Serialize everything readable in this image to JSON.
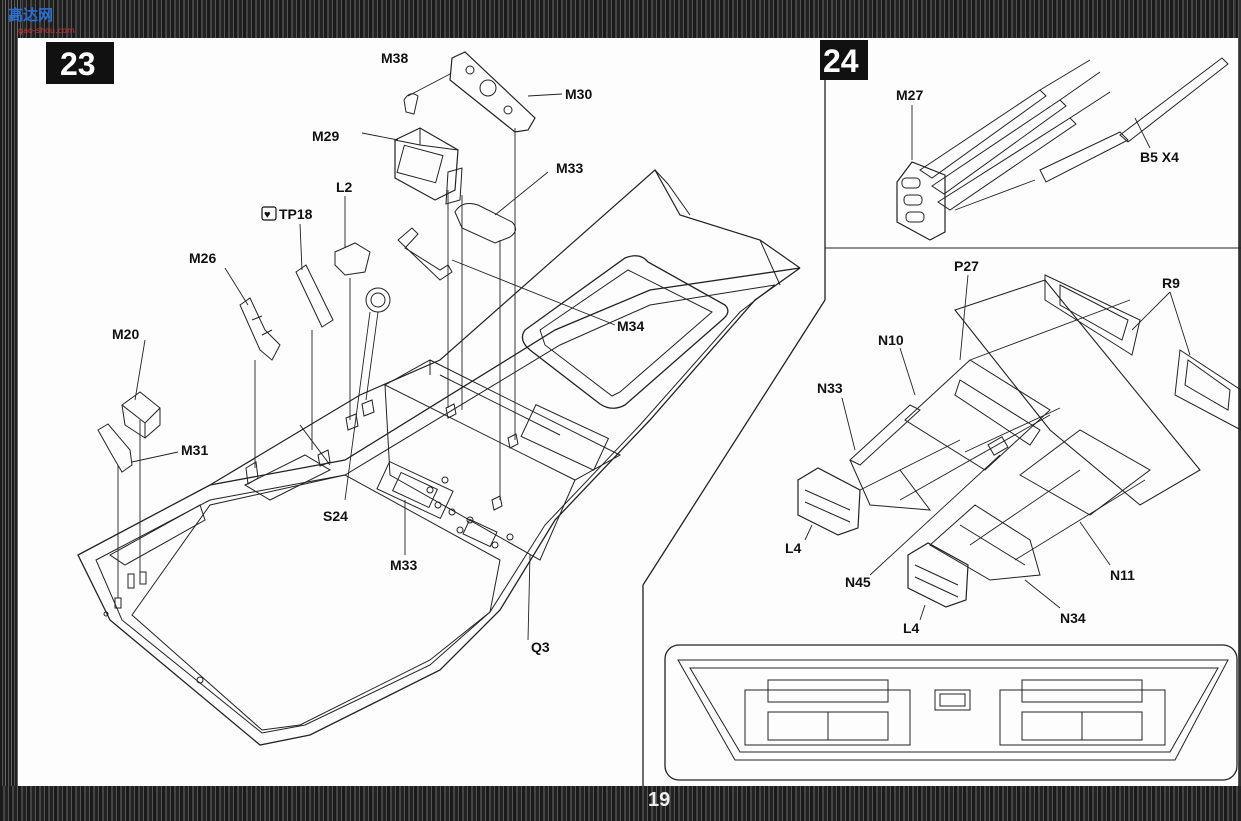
{
  "watermark": {
    "title": "高达网",
    "url": "gao-shou.com"
  },
  "page_number": "19",
  "step23": {
    "number": "23",
    "labels": {
      "M38": "M38",
      "M30": "M30",
      "M29": "M29",
      "M33_top": "M33",
      "L2": "L2",
      "TP18": "TP18",
      "M26": "M26",
      "M34": "M34",
      "M20": "M20",
      "M31": "M31",
      "S24": "S24",
      "M33_bottom": "M33",
      "Q3": "Q3"
    }
  },
  "step24": {
    "number": "24",
    "labels": {
      "M27": "M27",
      "B5": "B5 X4",
      "P27": "P27",
      "R9": "R9",
      "N10": "N10",
      "N33": "N33",
      "L4_a": "L4",
      "N45": "N45",
      "L4_b": "L4",
      "N34": "N34",
      "N11": "N11"
    }
  }
}
